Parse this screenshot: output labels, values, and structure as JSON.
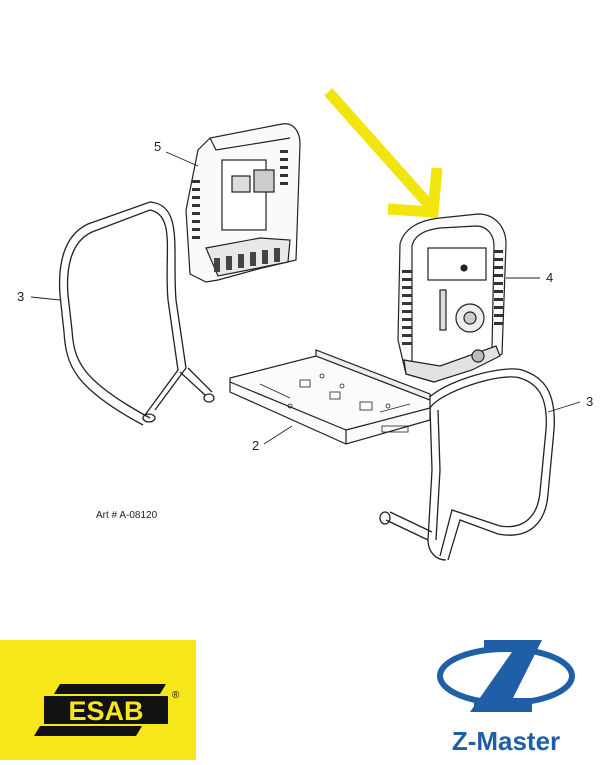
{
  "callouts": {
    "frame_left": "3",
    "frame_right": "3",
    "base_plate": "2",
    "rear_panel": "5",
    "front_panel": "4"
  },
  "art_number": "Art # A-08120",
  "brands": {
    "esab": {
      "text": "ESAB",
      "registered": "®",
      "bg_color": "#f5e71a",
      "fg_color": "#111111"
    },
    "zmaster": {
      "text": "Z-Master",
      "color": "#1f5fa8"
    }
  },
  "arrow": {
    "color": "#f2e40d",
    "target": "front-panel"
  },
  "line_color": "#222222"
}
